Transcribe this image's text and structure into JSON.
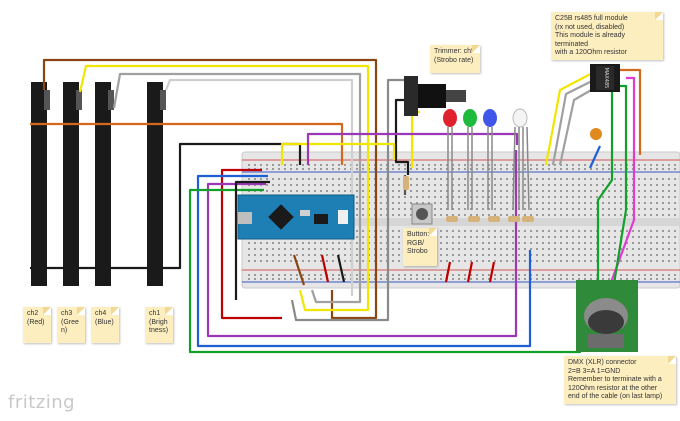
{
  "notes": {
    "ch2": "ch2\n(Red)",
    "ch3": "ch3\n(Gree\nn)",
    "ch4": "ch4\n(Blue)",
    "ch1": "ch1\n(Brigh\ntness)",
    "trimmer": "Trimmer: ch5\n(Strobo rate)",
    "button": "Button:\nRGB/\nStrobo",
    "c25b": "C25B rs485 full module\n(rx not used, disabled)\nThis module is already terminated\nwith a 120Ohm resistor",
    "dmx": "DMX (XLR) connector\n2=B   3=A   1=GND\nRemember to terminate with a\n120Ohm resistor at the other\nend of the cable (on last lamp)"
  },
  "brand": "fritzing",
  "module_label": "MAX485",
  "colors": {
    "breadboard": "#e6e6e6",
    "arduino": "#1d7fb4",
    "slider": "#1a1a1a",
    "wire_black": "#1a1a1a",
    "wire_brown": "#8b4513",
    "wire_orange": "#d2691e",
    "wire_yellow": "#f2e600",
    "wire_gray": "#a0a0a0",
    "wire_red": "#c00000",
    "wire_blue": "#1e5fd6",
    "wire_green": "#13a02a",
    "wire_purple": "#9b38b8",
    "wire_magenta": "#e23bd2",
    "pcb_green": "#2f8a3a"
  }
}
